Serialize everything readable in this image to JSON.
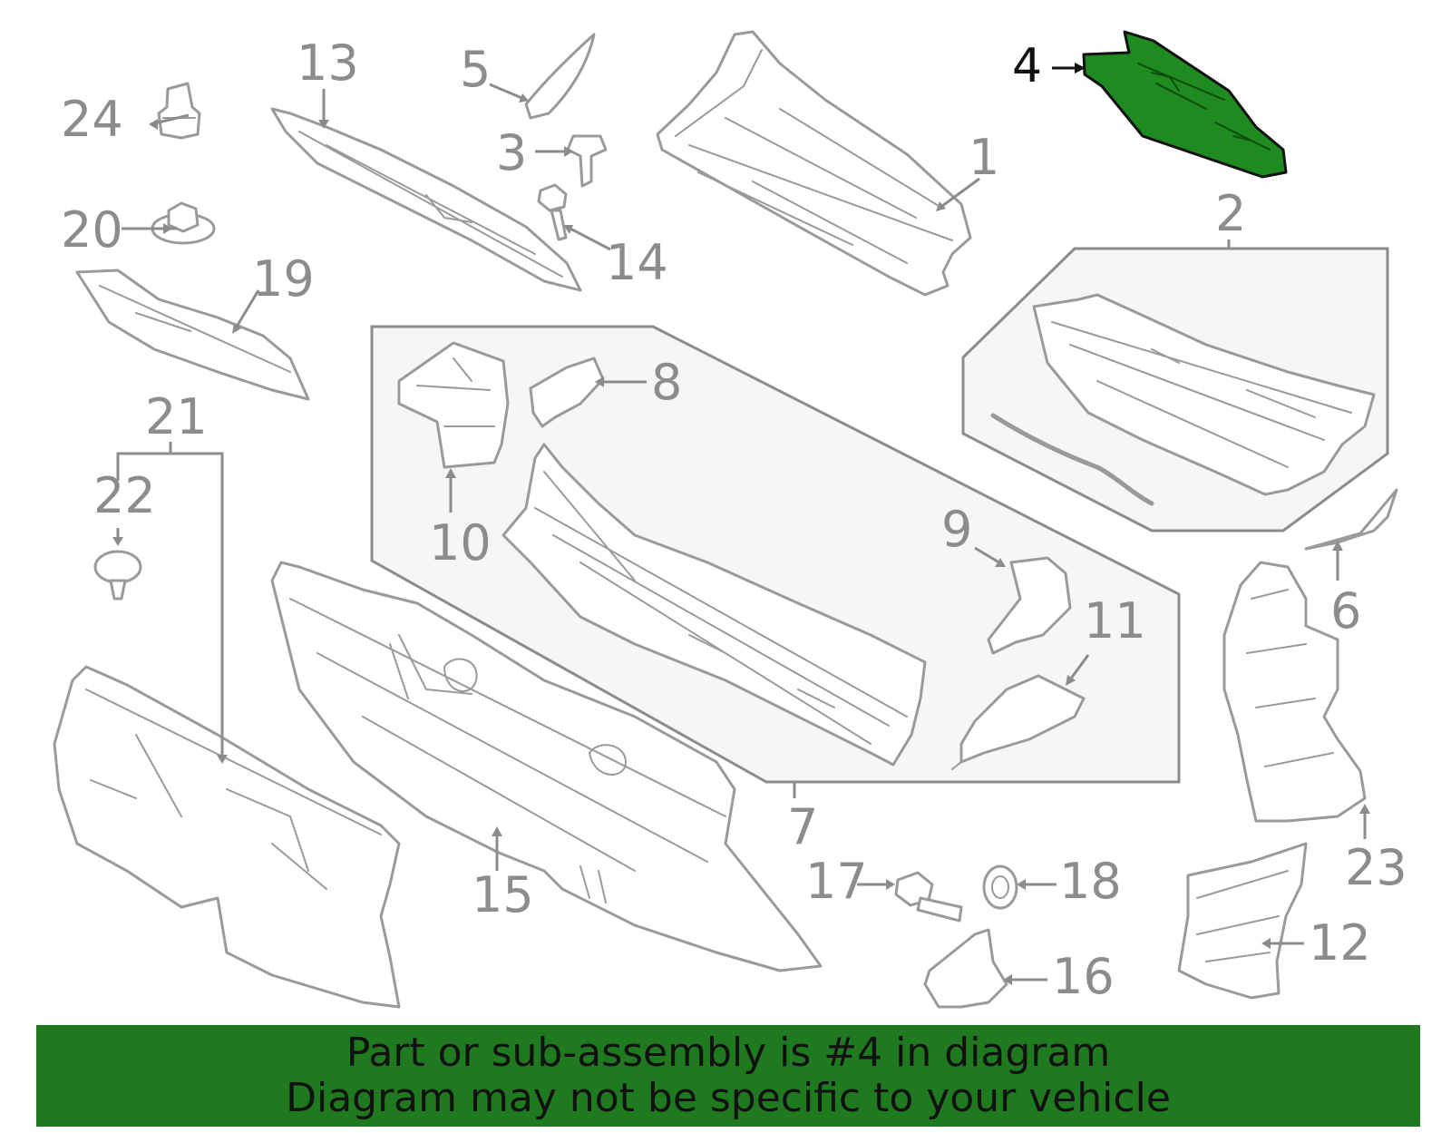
{
  "colors": {
    "highlight": "#1f8a1f",
    "banner": "#1f7a1f",
    "line_art": "#9a9a9a",
    "group_box_fill": "#f6f6f6"
  },
  "highlighted_part": "4",
  "callouts": {
    "c1": "1",
    "c2": "2",
    "c3": "3",
    "c4": "4",
    "c5": "5",
    "c6": "6",
    "c7": "7",
    "c8": "8",
    "c9": "9",
    "c10": "10",
    "c11": "11",
    "c12": "12",
    "c13": "13",
    "c14": "14",
    "c15": "15",
    "c16": "16",
    "c17": "17",
    "c18": "18",
    "c19": "19",
    "c20": "20",
    "c21": "21",
    "c22": "22",
    "c23": "23",
    "c24": "24"
  },
  "banner": {
    "line1": "Part or sub-assembly is #4 in diagram",
    "line2": "Diagram may not be specific to your vehicle"
  }
}
